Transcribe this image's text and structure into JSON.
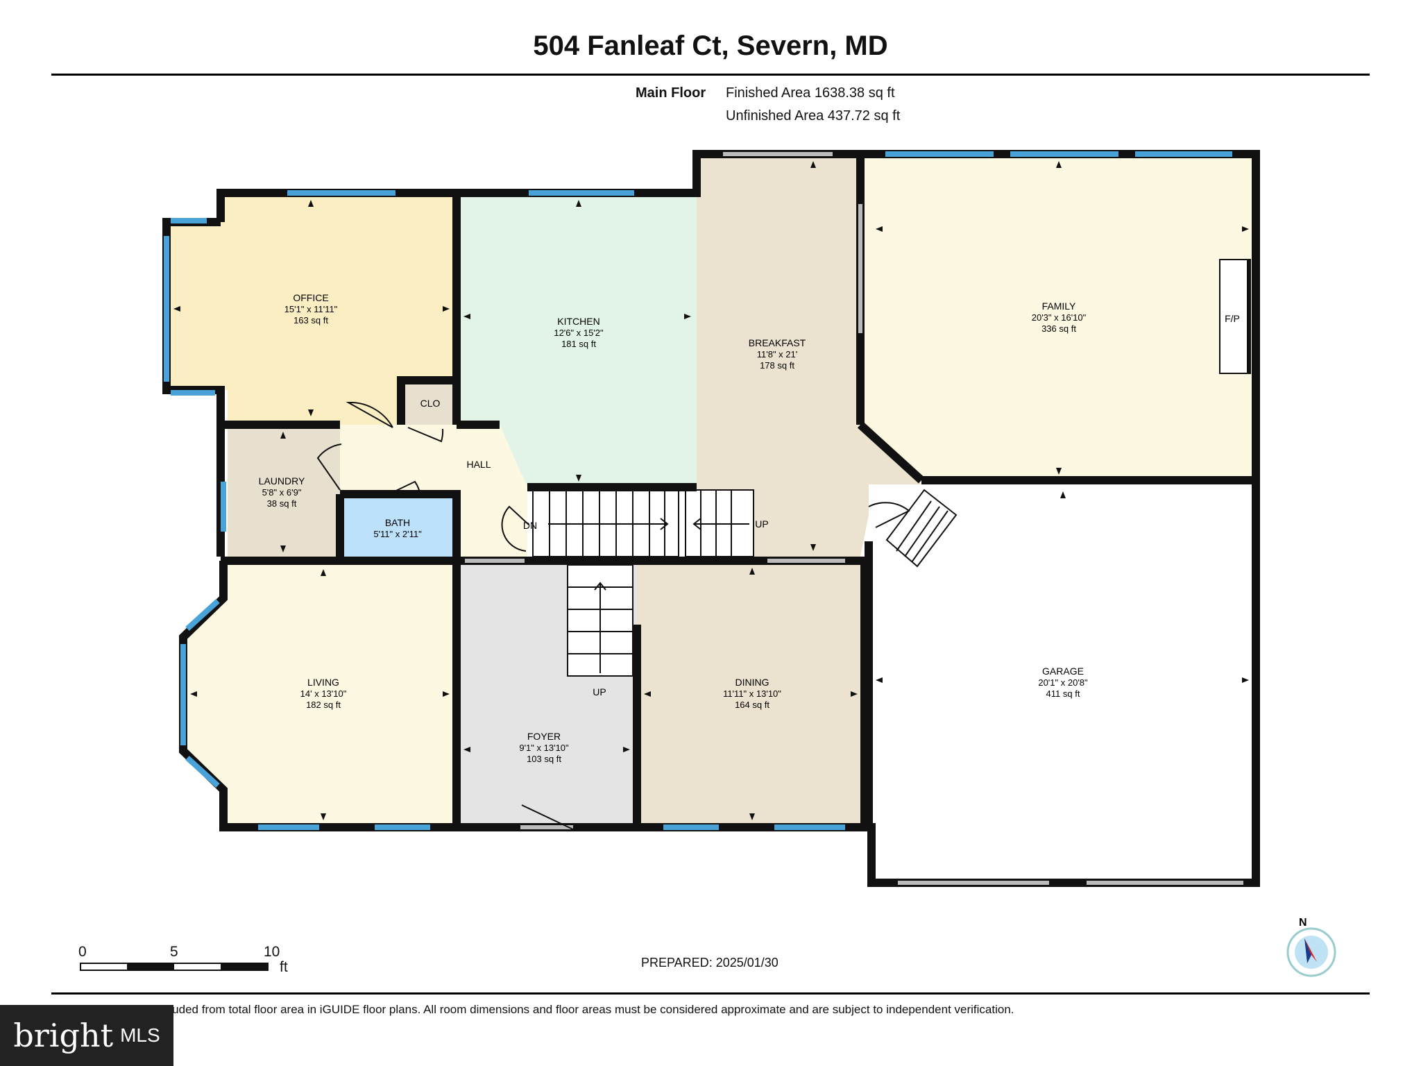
{
  "header": {
    "title": "504 Fanleaf Ct, Severn, MD",
    "floor_label": "Main Floor",
    "finished_area": "Finished Area 1638.38 sq ft",
    "unfinished_area": "Unfinished Area 437.72 sq ft"
  },
  "rooms": {
    "office": {
      "name": "OFFICE",
      "dims": "15'1\" x 11'11\"",
      "area": "163 sq ft",
      "color": "#fbeec2"
    },
    "kitchen": {
      "name": "KITCHEN",
      "dims": "12'6\" x 15'2\"",
      "area": "181 sq ft",
      "color": "#e2f4e8"
    },
    "breakfast": {
      "name": "BREAKFAST",
      "dims": "11'8\" x 21'",
      "area": "178 sq ft",
      "color": "#ebe2cf"
    },
    "family": {
      "name": "FAMILY",
      "dims": "20'3\" x 16'10\"",
      "area": "336 sq ft",
      "color": "#fdf8e1"
    },
    "laundry": {
      "name": "LAUNDRY",
      "dims": "5'8\" x 6'9\"",
      "area": "38 sq ft",
      "color": "#e8e0cf"
    },
    "bath": {
      "name": "BATH",
      "dims": "5'11\" x 2'11\"",
      "area": "",
      "color": "#bde1fb"
    },
    "living": {
      "name": "LIVING",
      "dims": "14' x 13'10\"",
      "area": "182 sq ft",
      "color": "#fdf8e1"
    },
    "foyer": {
      "name": "FOYER",
      "dims": "9'1\" x 13'10\"",
      "area": "103 sq ft",
      "color": "#e4e4e4"
    },
    "dining": {
      "name": "DINING",
      "dims": "11'11\" x 13'10\"",
      "area": "164 sq ft",
      "color": "#ebe2cf"
    },
    "garage": {
      "name": "GARAGE",
      "dims": "20'1\" x 20'8\"",
      "area": "411 sq ft",
      "color": "#ffffff"
    },
    "hall_color": "#fdf8e1",
    "closet_color": "#e8e0cf"
  },
  "labels": {
    "clo": "CLO",
    "hall": "HALL",
    "fp": "F/P",
    "dn": "DN",
    "up_stairs": "UP",
    "up_foyer": "UP"
  },
  "scale_bar": {
    "labels": [
      "0",
      "5",
      "10"
    ],
    "unit": "ft"
  },
  "compass": {
    "label": "N"
  },
  "footer": {
    "prepared": "PREPARED: 2025/01/30",
    "disclaimer": "White regions are excluded from total floor area in iGUIDE floor plans. All room dimensions and floor areas must be considered approximate and are subject to independent verification."
  },
  "brand": {
    "logo_text": "bright",
    "logo_suffix": "MLS"
  },
  "colors": {
    "wall": "#111111",
    "window": "#4aa3d8"
  }
}
